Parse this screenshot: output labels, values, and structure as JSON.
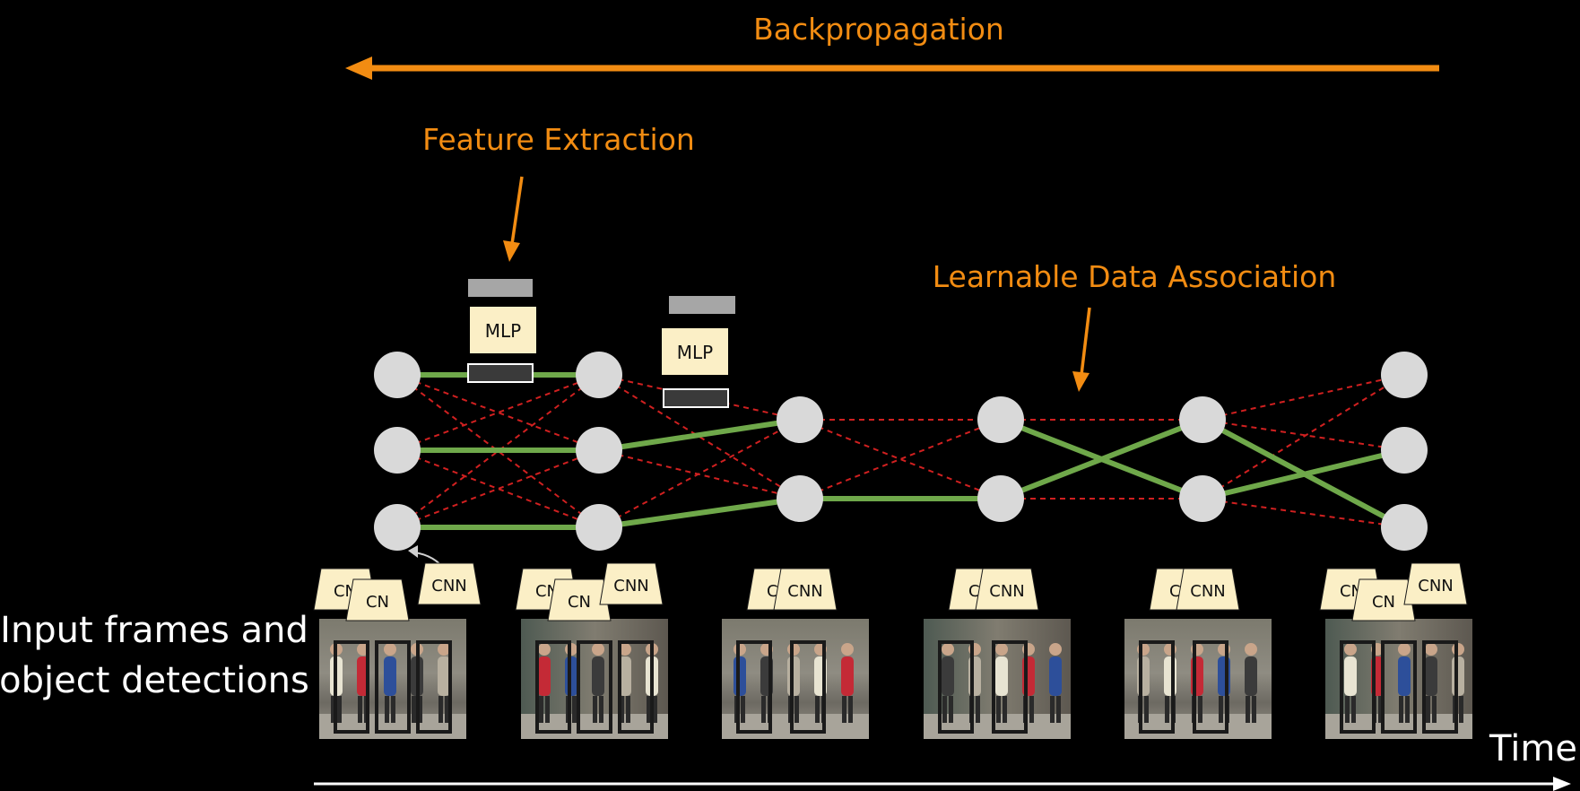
{
  "labels": {
    "backpropagation": "Backpropagation",
    "feature_extraction": "Feature Extraction",
    "learnable_data_association": "Learnable Data Association",
    "input_line1": "Input frames and",
    "input_line2": "object detections",
    "time": "Time",
    "mlp": "MLP",
    "cnn": "CNN",
    "cnn_truncated": "CN"
  },
  "colors": {
    "background": "#000000",
    "accent_orange": "#f28c12",
    "active_edge": "#6fa84a",
    "candidate_edge": "#d02020",
    "node_fill": "#d9d9d9",
    "cnn_box": "#fbefc6",
    "mlp_box": "#fbefc6",
    "feature_light": "#a6a6a6",
    "feature_dark": "#3a3a3a",
    "time_axis": "#ffffff"
  },
  "graph": {
    "frames": [
      3,
      3,
      2,
      2,
      2,
      3
    ],
    "active_edges": [
      [
        "0-0",
        "1-0"
      ],
      [
        "0-1",
        "1-1"
      ],
      [
        "0-2",
        "1-2"
      ],
      [
        "1-1",
        "2-0"
      ],
      [
        "1-2",
        "2-1"
      ],
      [
        "2-1",
        "3-1"
      ],
      [
        "3-0",
        "4-1"
      ],
      [
        "3-1",
        "4-0"
      ],
      [
        "4-0",
        "5-2"
      ],
      [
        "4-1",
        "5-1"
      ]
    ],
    "candidate_edges": "all node pairs between consecutive frames not listed as active"
  },
  "frames_panel": {
    "count": 6,
    "cnn_per_frame": [
      3,
      3,
      2,
      2,
      2,
      3
    ]
  }
}
